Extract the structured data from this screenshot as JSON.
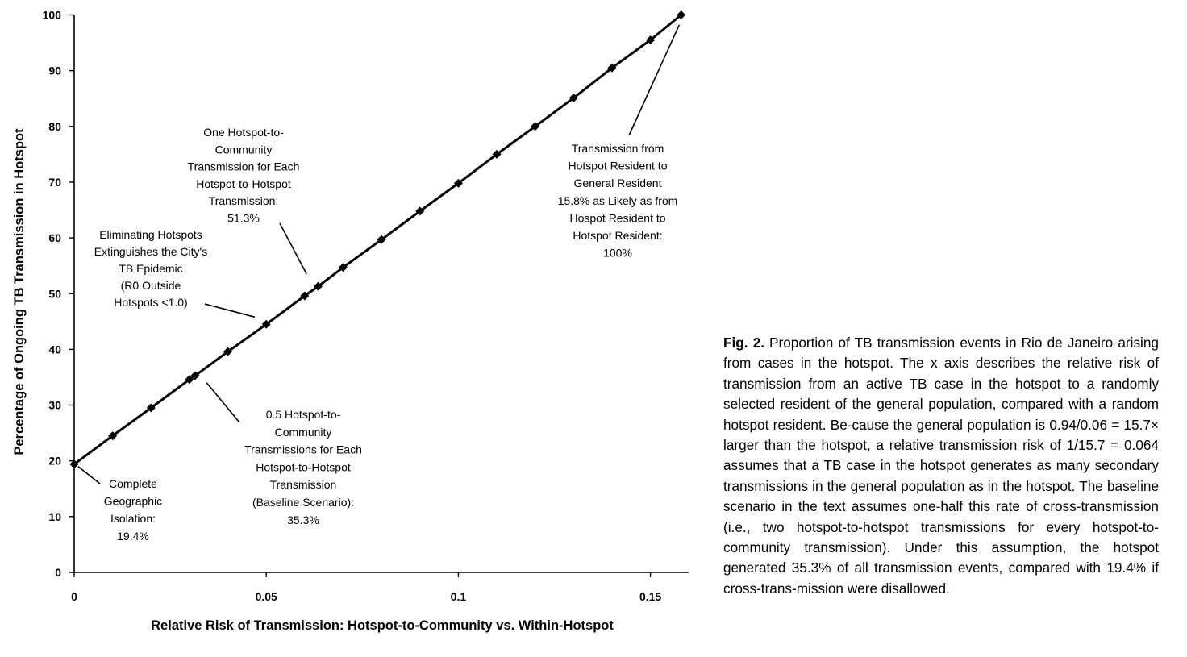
{
  "chart_data": {
    "type": "line",
    "xlabel": "Relative Risk of Transmission: Hotspot-to-Community vs. Within-Hotspot",
    "ylabel": "Percentage of Ongoing TB Transmission in Hotspot",
    "xlim": [
      0,
      0.16
    ],
    "ylim": [
      0,
      100
    ],
    "x_ticks": [
      "0",
      "0.05",
      "0.1",
      "0.15"
    ],
    "y_ticks": [
      "0",
      "10",
      "20",
      "30",
      "40",
      "50",
      "60",
      "70",
      "80",
      "90",
      "100"
    ],
    "legend": "none",
    "grid": false,
    "series": [
      {
        "points": [
          {
            "x": 0,
            "y": 19.4
          },
          {
            "x": 0.01,
            "y": 24.5
          },
          {
            "x": 0.02,
            "y": 29.5
          },
          {
            "x": 0.03,
            "y": 34.6
          },
          {
            "x": 0.0315,
            "y": 35.3
          },
          {
            "x": 0.04,
            "y": 39.6
          },
          {
            "x": 0.05,
            "y": 44.5
          },
          {
            "x": 0.06,
            "y": 49.6
          },
          {
            "x": 0.0635,
            "y": 51.3
          },
          {
            "x": 0.07,
            "y": 54.7
          },
          {
            "x": 0.08,
            "y": 59.7
          },
          {
            "x": 0.09,
            "y": 64.8
          },
          {
            "x": 0.1,
            "y": 69.8
          },
          {
            "x": 0.11,
            "y": 75.0
          },
          {
            "x": 0.12,
            "y": 80.0
          },
          {
            "x": 0.13,
            "y": 85.1
          },
          {
            "x": 0.14,
            "y": 90.5
          },
          {
            "x": 0.15,
            "y": 95.5
          },
          {
            "x": 0.158,
            "y": 100
          }
        ]
      }
    ],
    "annotations": [
      {
        "lines": [
          "One Hotspot-to-",
          "Community",
          "Transmission for Each",
          "Hotspot-to-Hotspot",
          "Transmission:",
          "51.3%"
        ],
        "target": {
          "x": 0.0605,
          "y": 53.5
        }
      },
      {
        "lines": [
          "Eliminating Hotspots",
          "Extinguishes the City's",
          "TB Epidemic",
          "(R0 Outside",
          "Hotspots <1.0)"
        ],
        "target": {
          "x": 0.047,
          "y": 45.8
        }
      },
      {
        "lines": [
          "0.5 Hotspot-to-",
          "Community",
          "Transmissions for Each",
          "Hotspot-to-Hotspot",
          "Transmission",
          "(Baseline Scenario):",
          "35.3%"
        ],
        "target": {
          "x": 0.0345,
          "y": 34.0
        }
      },
      {
        "lines": [
          "Complete",
          "Geographic",
          "Isolation:",
          "19.4%"
        ],
        "target": {
          "x": 0.001,
          "y": 19.0
        }
      },
      {
        "lines": [
          "Transmission from",
          "Hotspot Resident to",
          "General Resident",
          "15.8% as Likely as from",
          "Hospot Resident to",
          "Hotspot Resident:",
          "100%"
        ],
        "target": {
          "x": 0.1575,
          "y": 98.2
        }
      }
    ]
  },
  "caption": {
    "label": "Fig. 2.",
    "text": "Proportion of TB transmission events in Rio de Janeiro arising from cases in the hotspot. The x axis describes the relative risk of transmission from an active TB case in the hotspot to a randomly selected resident of the general population, compared with a random hotspot resident. Be-cause the general population is 0.94/0.06 = 15.7× larger than the hotspot, a relative transmission risk of 1/15.7 = 0.064 assumes that a TB case in the hotspot generates as many secondary transmissions in the general population as in the hotspot. The baseline scenario in the text assumes one-half this rate of cross-transmission (i.e., two hotspot-to-hotspot transmissions for every hotspot-to-community transmission). Under this assumption, the hotspot generated 35.3% of all transmission events, compared with 19.4% if cross-trans-mission were disallowed."
  }
}
